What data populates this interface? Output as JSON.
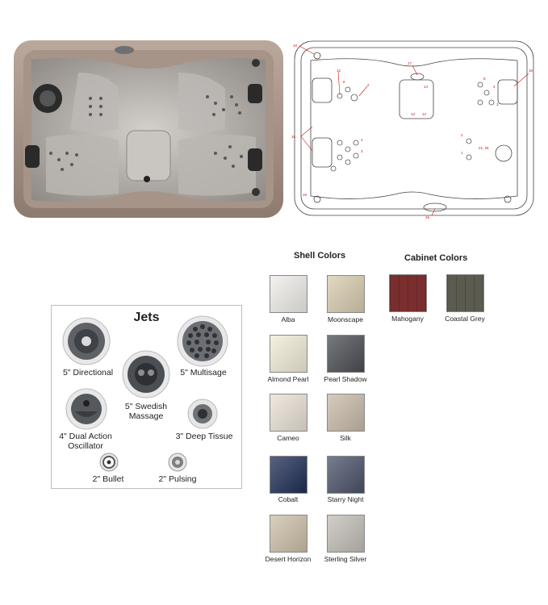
{
  "jets": {
    "title": "Jets",
    "items": [
      {
        "label_line1": "5\" Directional",
        "label_line2": ""
      },
      {
        "label_line1": "5\" Multisage",
        "label_line2": ""
      },
      {
        "label_line1": "5\" Swedish",
        "label_line2": "Massage"
      },
      {
        "label_line1": "4\" Dual Action",
        "label_line2": "Oscillator"
      },
      {
        "label_line1": "3\" Deep Tissue",
        "label_line2": ""
      },
      {
        "label_line1": "2\" Bullet",
        "label_line2": ""
      },
      {
        "label_line1": "2\" Pulsing",
        "label_line2": ""
      }
    ]
  },
  "shell_colors": {
    "title": "Shell Colors",
    "swatches": [
      {
        "name": "Alba",
        "color": "#efede9"
      },
      {
        "name": "Moonscape",
        "color": "#d8ccb0"
      },
      {
        "name": "Almond Pearl",
        "color": "#f1ecd8"
      },
      {
        "name": "Pearl Shadow",
        "color": "#4a4d52"
      },
      {
        "name": "Cameo",
        "color": "#e9e1d6"
      },
      {
        "name": "Silk",
        "color": "#c8bba9"
      },
      {
        "name": "Cobalt",
        "color": "#1f2e55"
      },
      {
        "name": "Starry Night",
        "color": "#4b5268"
      },
      {
        "name": "Desert Horizon",
        "color": "#cdbfa8"
      },
      {
        "name": "Sterling Silver",
        "color": "#c2bdb6"
      }
    ]
  },
  "cabinet_colors": {
    "title": "Cabinet Colors",
    "swatches": [
      {
        "name": "Mahogany",
        "color": "#7a2e2e"
      },
      {
        "name": "Coastal Grey",
        "color": "#5b5b50"
      }
    ]
  },
  "diagram": {
    "callouts": [
      "10",
      "12",
      "6",
      "2",
      "17",
      "14",
      "13",
      "12",
      "5",
      "4",
      "3",
      "18",
      "15",
      "4",
      "3",
      "2",
      "1",
      "21, 26",
      "19",
      "19",
      "16"
    ]
  }
}
